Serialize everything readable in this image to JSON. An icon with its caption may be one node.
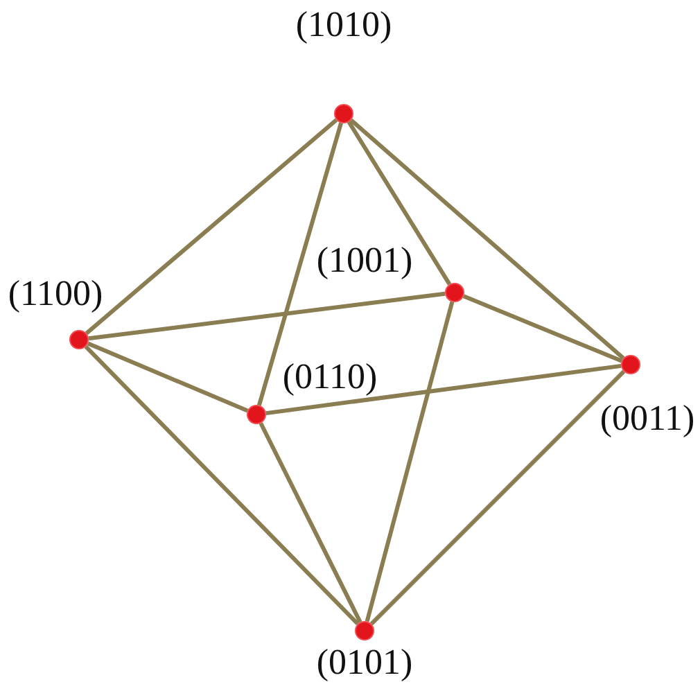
{
  "diagram": {
    "nodes": [
      {
        "text": [],
        "shape": "circle",
        "beside": [
          "(1010)"
        ]
      },
      {
        "text": [],
        "shape": "circle",
        "beside": [
          "(1001)"
        ]
      },
      {
        "text": [],
        "shape": "circle",
        "beside": [
          "(1100)"
        ]
      },
      {
        "text": [],
        "shape": "circle",
        "beside": [
          "(0110)"
        ]
      },
      {
        "text": [],
        "shape": "circle",
        "beside": [
          "(0011)"
        ]
      },
      {
        "text": [],
        "shape": "circle",
        "beside": [
          "(0101)"
        ]
      }
    ],
    "edges": [
      {
        "from": 0,
        "to": 2,
        "arrow": "none"
      },
      {
        "from": 0,
        "to": 3,
        "arrow": "none"
      },
      {
        "from": 0,
        "to": 1,
        "arrow": "none"
      },
      {
        "from": 0,
        "to": 4,
        "arrow": "none"
      },
      {
        "from": 2,
        "to": 1,
        "arrow": "none"
      },
      {
        "from": 2,
        "to": 3,
        "arrow": "none"
      },
      {
        "from": 2,
        "to": 5,
        "arrow": "none"
      },
      {
        "from": 1,
        "to": 4,
        "arrow": "none"
      },
      {
        "from": 1,
        "to": 5,
        "arrow": "none"
      },
      {
        "from": 3,
        "to": 4,
        "arrow": "none"
      },
      {
        "from": 3,
        "to": 5,
        "arrow": "none"
      },
      {
        "from": 4,
        "to": 5,
        "arrow": "none"
      }
    ]
  }
}
